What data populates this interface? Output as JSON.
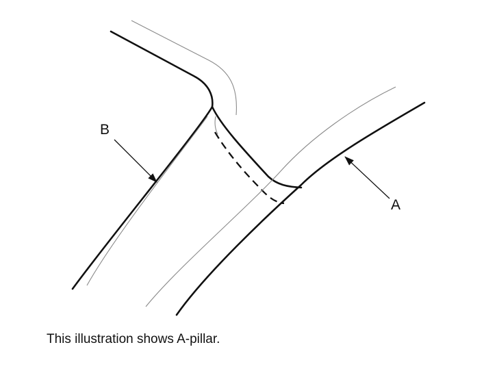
{
  "diagram": {
    "callouts": {
      "a": "A",
      "b": "B"
    },
    "caption": "This illustration shows A-pillar.",
    "colors": {
      "line": "#111111",
      "thin_line": "#8a8a8a",
      "background": "#ffffff"
    }
  }
}
